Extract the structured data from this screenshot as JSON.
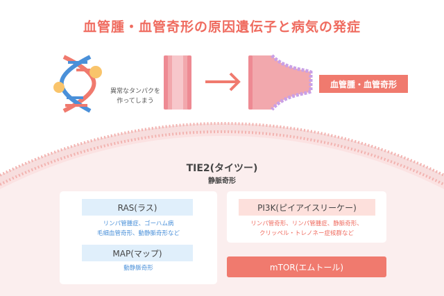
{
  "title": "血管腫・血管奇形の原因遺伝子と病気の発症",
  "caption": {
    "line1": "異常なタンパクを",
    "line2": "作ってしまう"
  },
  "result_label": "血管腫・血管奇形",
  "protein": {
    "name": "TIE2(タイツー)",
    "disease": "静脈奇形"
  },
  "left_panel": {
    "ras": {
      "name": "RAS(ラス)",
      "line1": "リンパ管腫症、ゴーハム病",
      "line2": "毛細血管奇形、動静脈奇形など"
    },
    "map": {
      "name": "MAP(マップ)",
      "line1": "動静脈奇形"
    }
  },
  "right_panel": {
    "pi3k": {
      "name": "PI3K(ピイアイスリーケー)",
      "line1": "リンパ管奇形、リンパ管腫症、静脈奇形、",
      "line2": "クリッペル・トレノネー症候群など"
    }
  },
  "mtor": "mTOR(エムトール)",
  "colors": {
    "accent": "#ef6b5f",
    "blue": "#4a90d9",
    "cell": "#fbeeee"
  }
}
